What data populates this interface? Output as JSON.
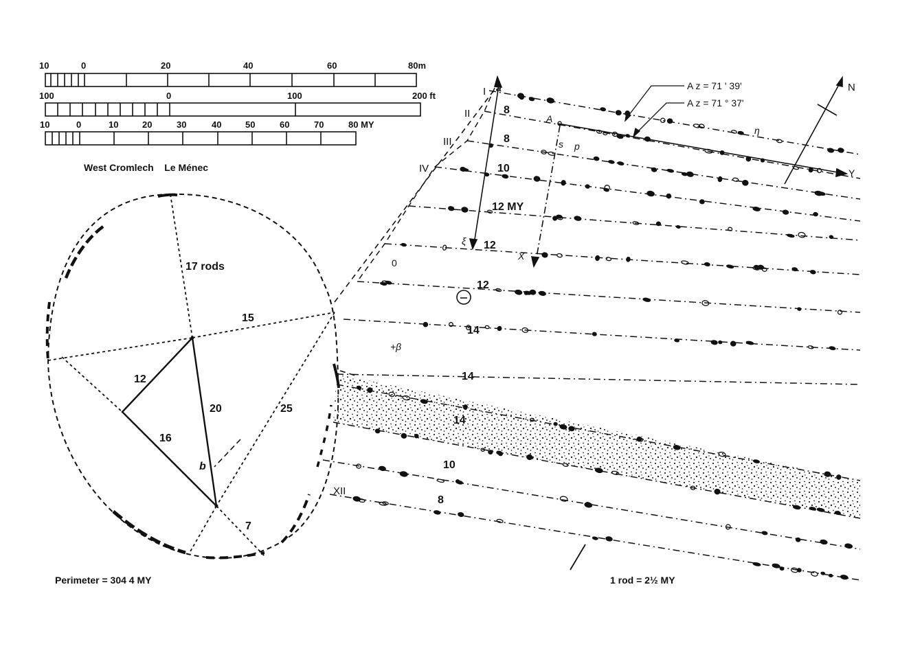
{
  "scales": {
    "metres": {
      "labels": [
        "10",
        "0",
        "20",
        "40",
        "60",
        "80m"
      ]
    },
    "feet": {
      "labels": [
        "100",
        "0",
        "100",
        "200 ft"
      ]
    },
    "my": {
      "labels": [
        "10",
        "0",
        "10",
        "20",
        "30",
        "40",
        "50",
        "60",
        "70",
        "80 MY"
      ]
    },
    "caption": "West Cromlech    Le Ménec"
  },
  "cromlech": {
    "labels": {
      "rods17": "17 rods",
      "n15": "15",
      "n12": "12",
      "n20": "20",
      "n25": "25",
      "n16": "16",
      "b": "b",
      "n7": "7"
    },
    "perimeter": "Perimeter = 304 4 MY"
  },
  "alignments": {
    "rows": [
      "I",
      "II",
      "III",
      "IV",
      "",
      "",
      "",
      "",
      "",
      "",
      "",
      "XII"
    ],
    "azimuth1": "A z = 71 ' 39'",
    "azimuth2": "A z = 71 ° 37'",
    "north": "N",
    "y_label": "Y",
    "x_label": "X",
    "point_a_lower": "a",
    "point_A": "A",
    "point_s": "s",
    "point_p": "p",
    "point_xi": "ξ",
    "point_beta": "+β",
    "eta": "η",
    "zero": "0",
    "spacings": [
      "8",
      "8",
      "10",
      "12 MY",
      "12",
      "12",
      "14",
      "14",
      "14",
      "10",
      "8"
    ],
    "rod_note": "1 rod = 2½ MY"
  }
}
